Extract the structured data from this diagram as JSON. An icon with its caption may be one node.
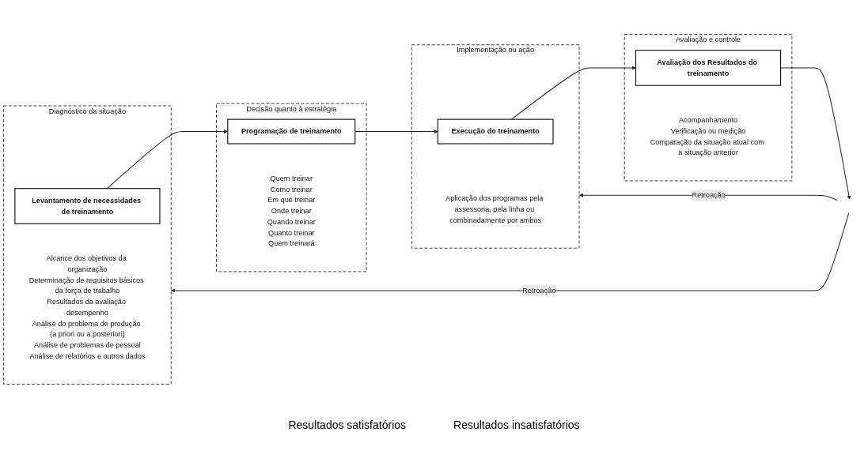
{
  "diagram": {
    "nodes": [
      {
        "text": [
          "Diagnóstico da situação",
          "Alcance dos objetivos da organização",
          "Determinação de requisitos básicos da força de trabalho",
          "Resultados da avaliação desempenho",
          "Análise do problema de produção (a priori ou a posteriori)",
          "Análise de problemas de pessoal",
          "Análise de relatórios e outros dados"
        ]
      },
      {
        "text": [
          "Levantamento de necessidades de treinamento"
        ],
        "in": 0
      },
      {
        "text": [
          "Decisão quanto à estratégia",
          "Quem treinar",
          "Como treinar",
          "Em que treinar",
          "Onde treinar",
          "Quando treinar",
          "Quanto treinar",
          "Quem treinará"
        ]
      },
      {
        "text": [
          "Programação de treinamento"
        ],
        "in": 2
      },
      {
        "text": [
          "Implementação ou ação",
          "Aplicação dos programas pela assessoria, pela linha ou combinadamente por ambos"
        ]
      },
      {
        "text": [
          "Execução do treinamento"
        ],
        "in": 4
      },
      {
        "text": [
          "Avaliação e controle",
          "Acompanhamento",
          "Verificação ou medição",
          "Comparação da situação atual com a situação anterior"
        ]
      },
      {
        "text": [
          "Avaliação dos Resultados do treinamento"
        ],
        "in": 6
      }
    ],
    "edges": [
      {
        "from": 1,
        "to": 3,
        "arrow": "to"
      },
      {
        "from": 3,
        "to": 5,
        "arrow": "to"
      },
      {
        "from": 5,
        "to": 7,
        "arrow": "to"
      },
      {
        "from": 7,
        "to": null,
        "arrow": "to"
      },
      {
        "from": null,
        "to": 4,
        "arrow": "to",
        "label": "Retroação"
      },
      {
        "from": null,
        "to": 0,
        "arrow": "to",
        "label": "Retroação"
      }
    ],
    "labels": [
      "Resultados satisfatórios",
      "Resultados insatisfatórios"
    ]
  }
}
